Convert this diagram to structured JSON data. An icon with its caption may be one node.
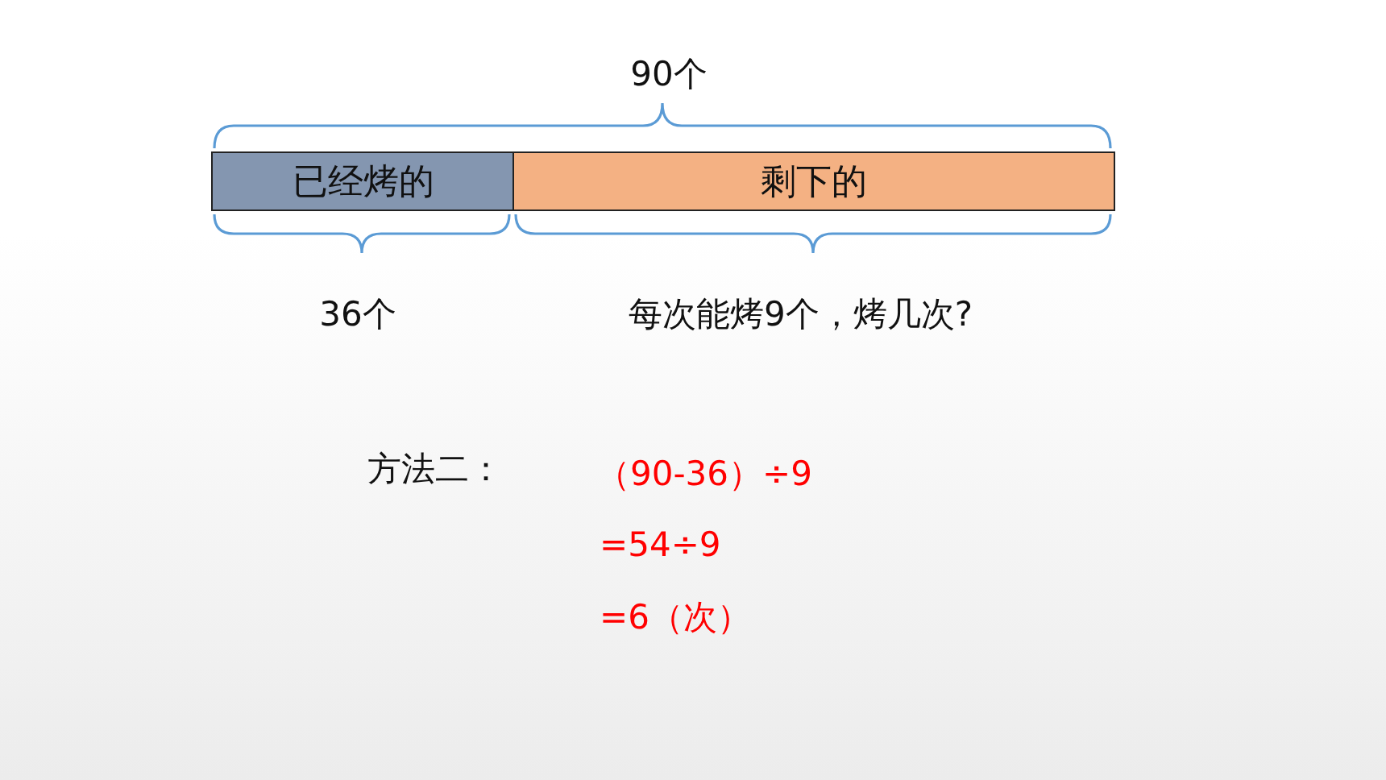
{
  "diagram": {
    "nodes": [
      {
        "text": [
          "已经烤的"
        ]
      },
      {
        "text": [
          "剩下的"
        ]
      }
    ],
    "labels": [
      "90个",
      "36个",
      "每次能烤9个，烤几次?",
      "方法二：",
      "（90-36）÷9",
      "=54÷9",
      "=6（次）"
    ]
  }
}
